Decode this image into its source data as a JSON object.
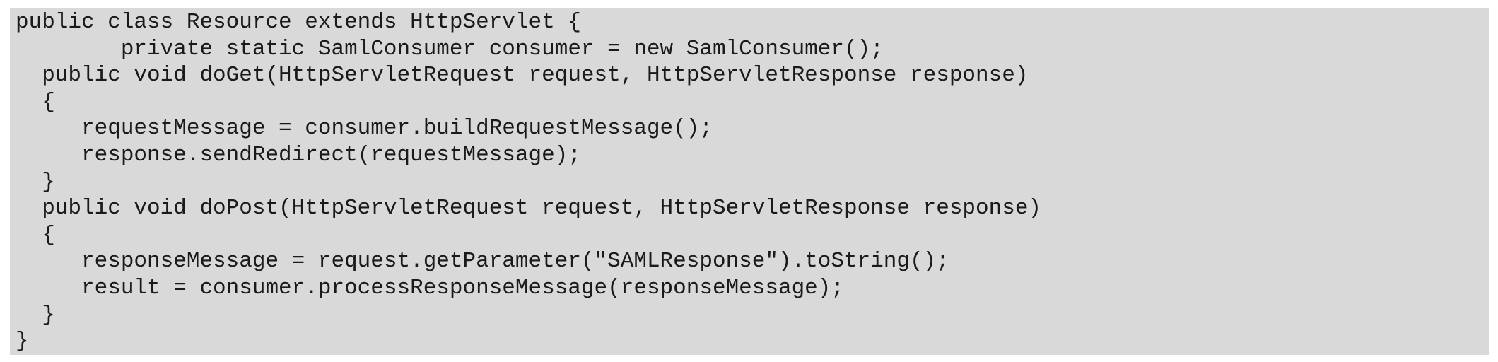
{
  "code": {
    "lines": [
      "public class Resource extends HttpServlet {",
      "        private static SamlConsumer consumer = new SamlConsumer();",
      "  public void doGet(HttpServletRequest request, HttpServletResponse response)",
      "  {",
      "     requestMessage = consumer.buildRequestMessage();",
      "     response.sendRedirect(requestMessage);",
      "  }",
      "  public void doPost(HttpServletRequest request, HttpServletResponse response)",
      "  {",
      "     responseMessage = request.getParameter(\"SAMLResponse\").toString();",
      "     result = consumer.processResponseMessage(responseMessage);",
      "  }",
      "}"
    ]
  },
  "colors": {
    "background": "#d9d9d9",
    "text": "#1a1a1a"
  }
}
